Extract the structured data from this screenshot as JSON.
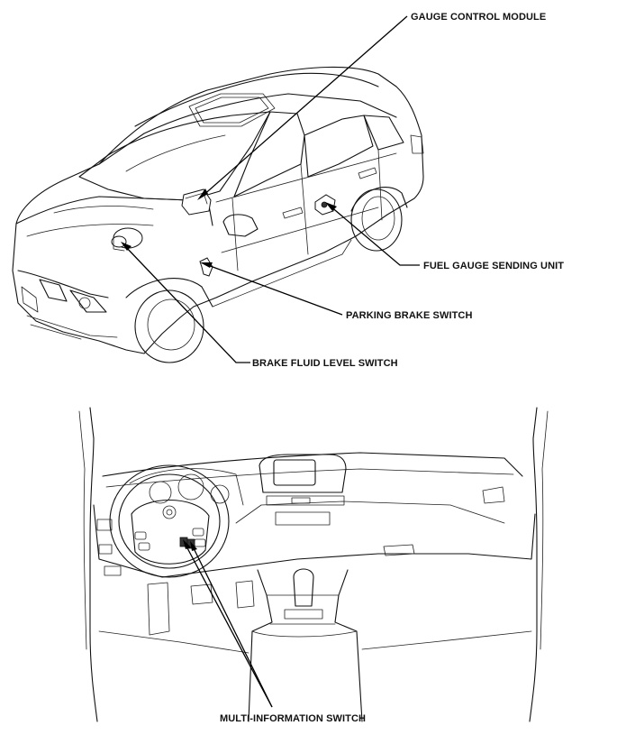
{
  "labels": {
    "gauge_control_module": "GAUGE CONTROL MODULE",
    "fuel_gauge_sending_unit": "FUEL GAUGE SENDING UNIT",
    "parking_brake_switch": "PARKING BRAKE SWITCH",
    "brake_fluid_level_switch": "BRAKE FLUID LEVEL SWITCH",
    "multi_information_switch": "MULTI-INFORMATION SWITCH"
  }
}
